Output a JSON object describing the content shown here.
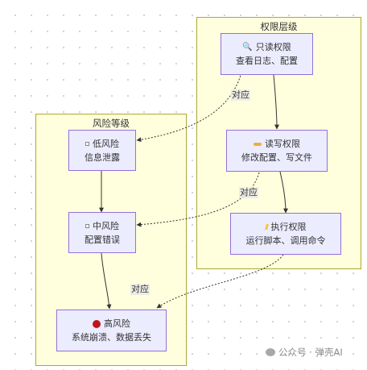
{
  "clusters": {
    "permission": {
      "title": "权限层级"
    },
    "risk": {
      "title": "风险等级"
    }
  },
  "nodes": {
    "read_only": {
      "icon": "magnifier-icon",
      "title": "只读权限",
      "desc": "查看日志、配置"
    },
    "read_write": {
      "icon": "key-icon",
      "title": "读写权限",
      "desc": "修改配置、写文件"
    },
    "execute": {
      "icon": "lightning-icon",
      "title": "执行权限",
      "desc": "运行脚本、调用命令"
    },
    "low_risk": {
      "icon": "square-icon",
      "title": "低风险",
      "desc": "信息泄露"
    },
    "mid_risk": {
      "icon": "square-icon",
      "title": "中风险",
      "desc": "配置错误"
    },
    "high_risk": {
      "icon": "red-circle-icon",
      "title": "高风险",
      "desc": "系统崩溃、数据丢失"
    }
  },
  "edge_labels": {
    "read_only_to_low": "对应",
    "read_write_to_mid": "对应",
    "execute_to_high": "对应"
  },
  "watermark": {
    "text": "公众号 · 弹壳AI"
  }
}
